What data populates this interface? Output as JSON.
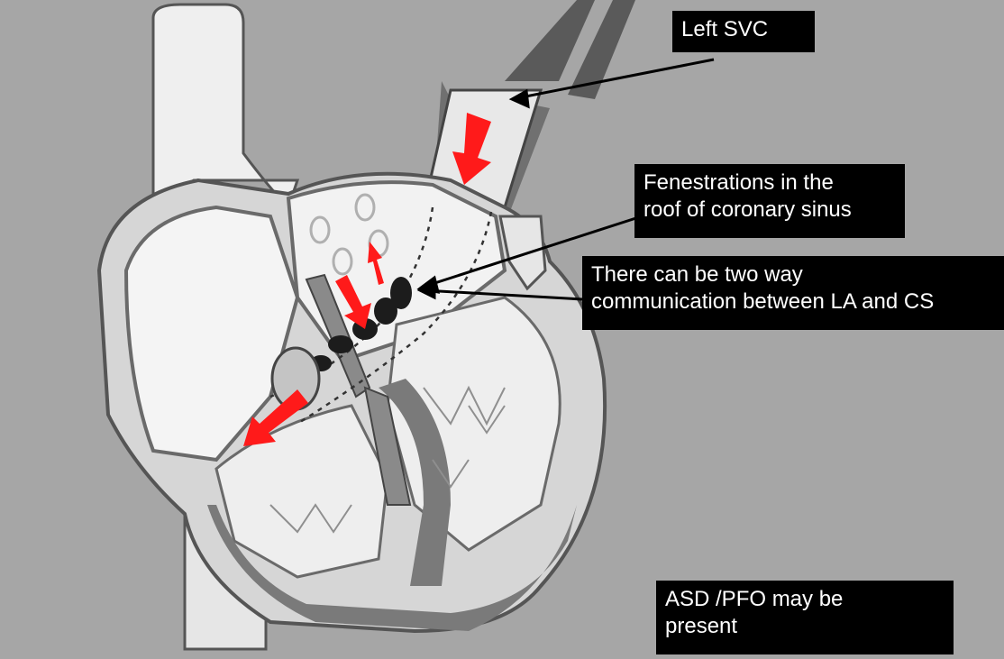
{
  "annotations": {
    "left_svc": {
      "text": "Left SVC"
    },
    "fenestrations": {
      "line1": "Fenestrations in the",
      "line2": "roof of coronary sinus"
    },
    "two_way": {
      "line1": "There can be  two way",
      "line2": "communication between  LA and CS"
    },
    "asd_pfo": {
      "line1": "ASD /PFO may be",
      "line2": "present"
    }
  },
  "colors": {
    "background": "#a6a6a6",
    "tissue_light": "#f0f0f0",
    "tissue_mid": "#d9d9d9",
    "wall_dark": "#6e6e6e",
    "flow_arrow": "#ff1a1a",
    "label_bg": "#000000",
    "label_text": "#ffffff"
  }
}
